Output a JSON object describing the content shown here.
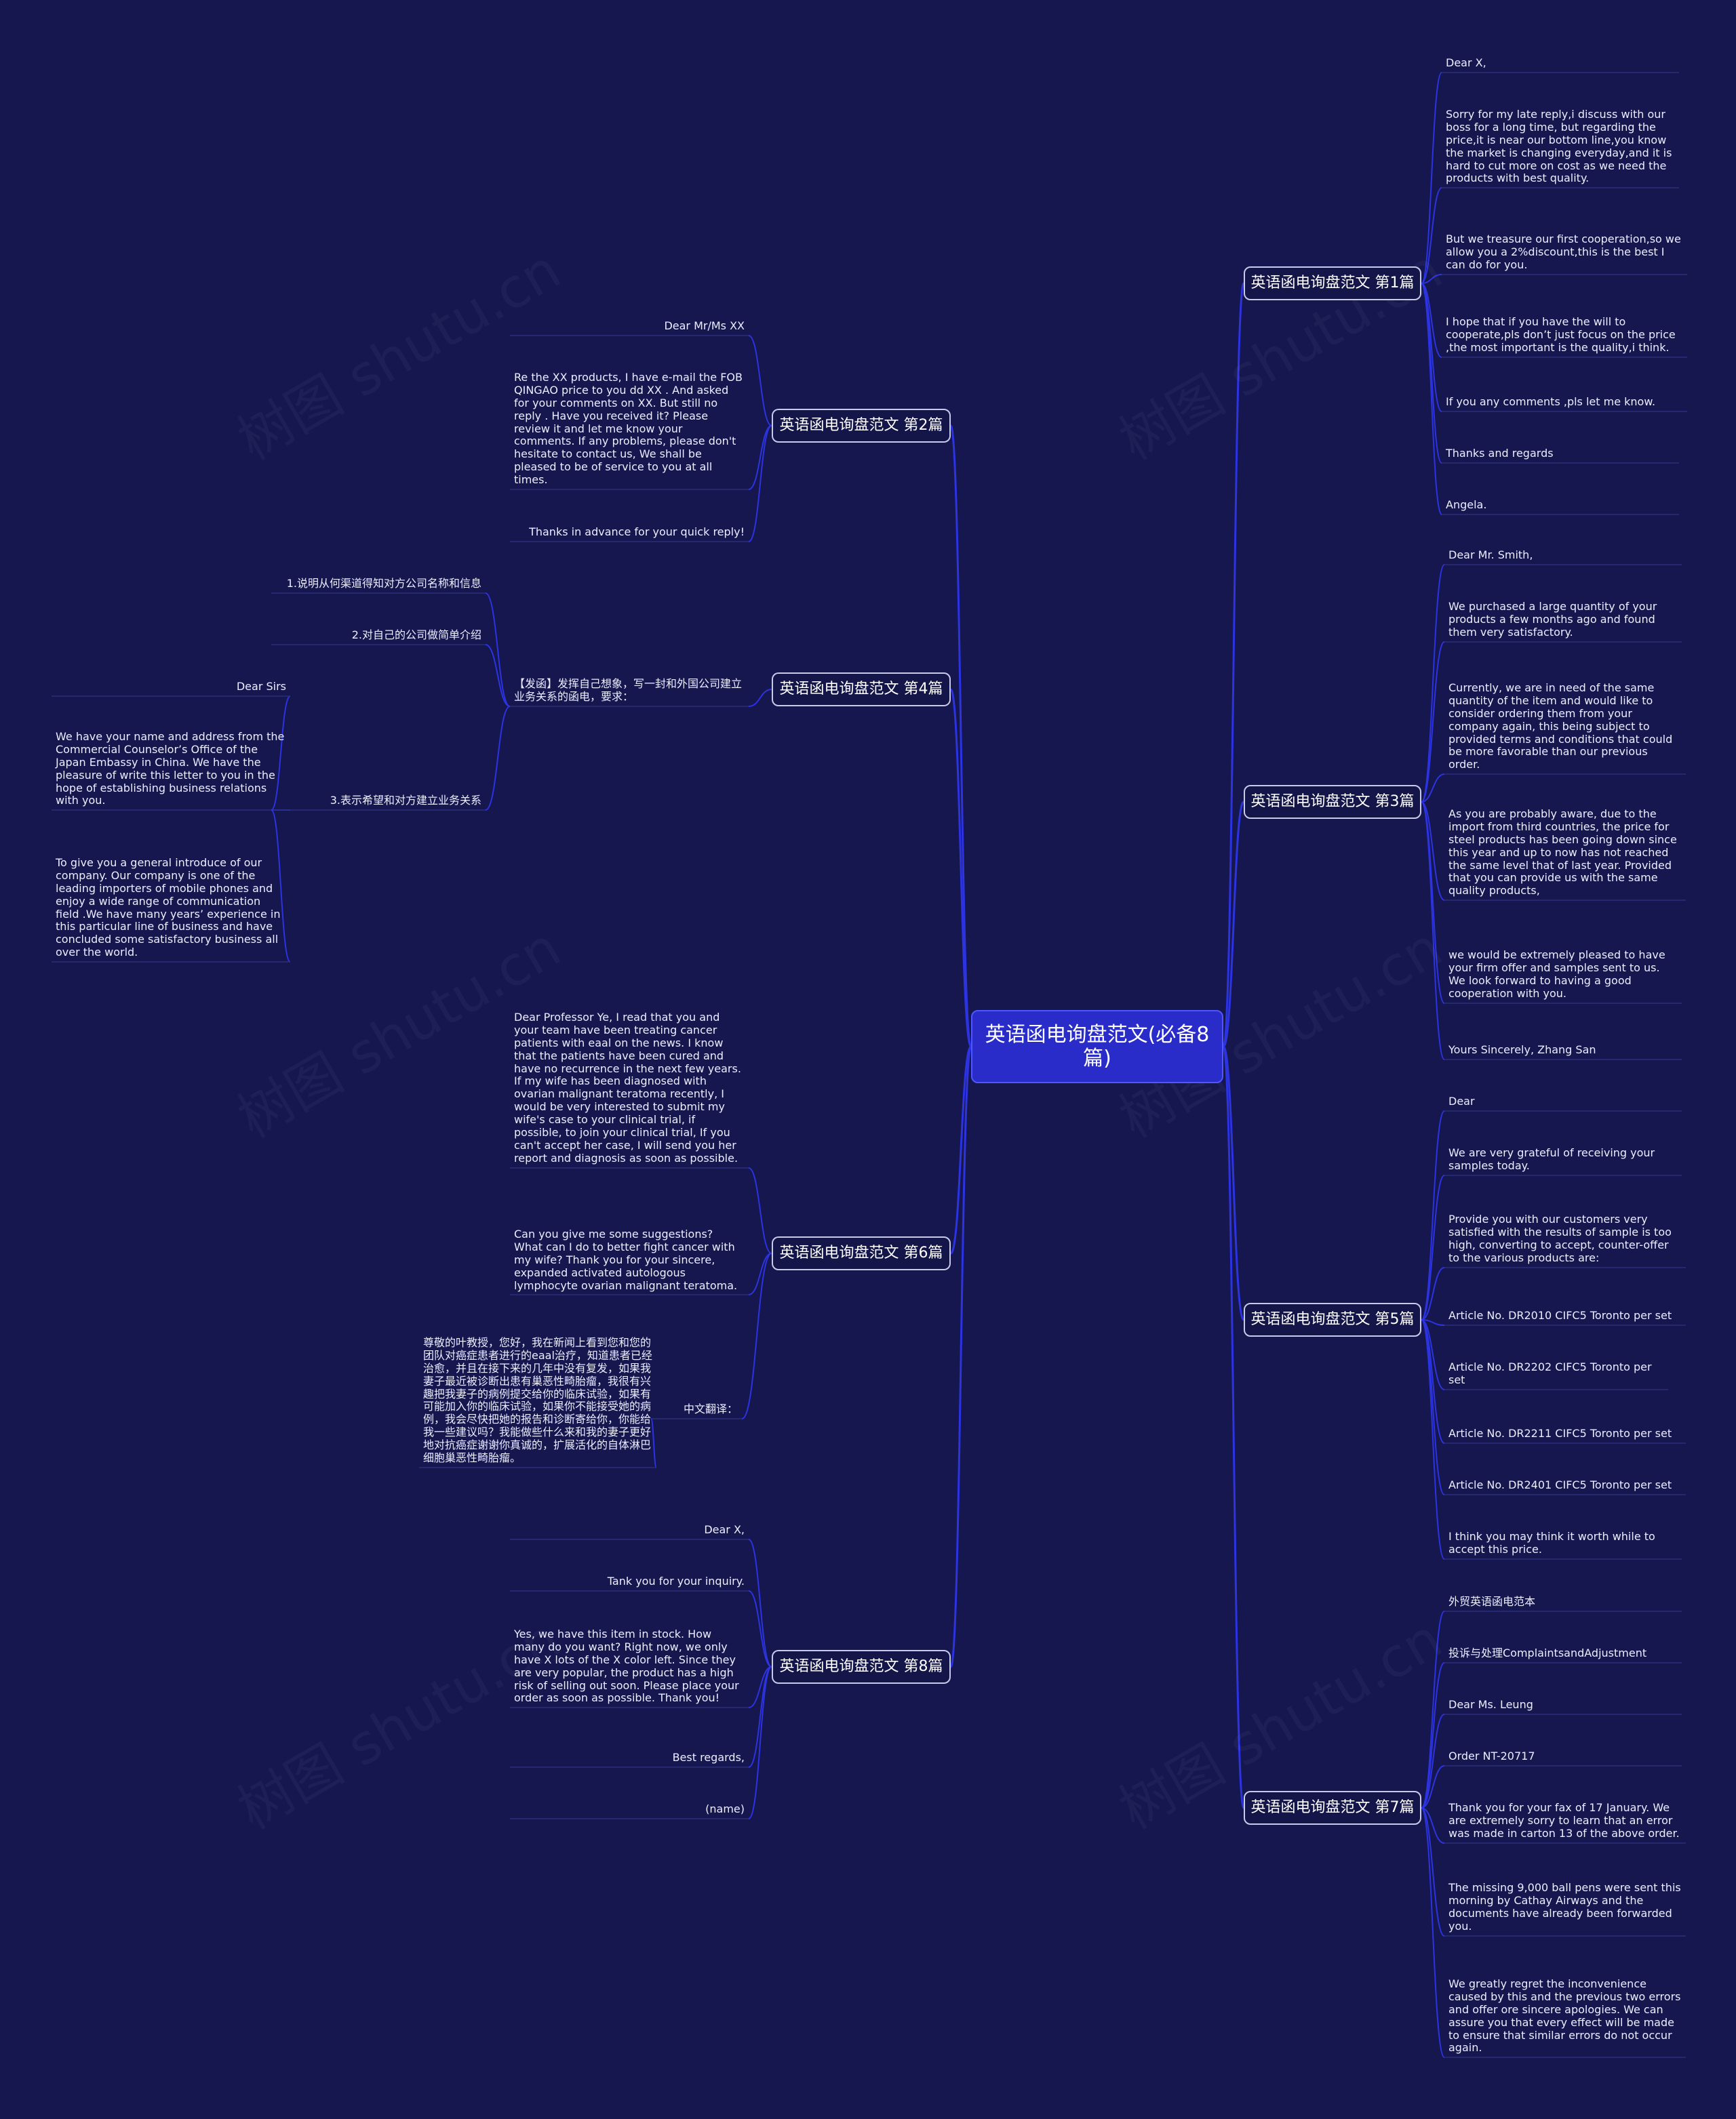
{
  "central": "英语函电询盘范文(必备8篇)",
  "branches": [
    {
      "label": "英语函电询盘范文 第1篇",
      "items": [
        "Dear X,",
        "Sorry for my late reply,i discuss with our boss for a long time, but regarding the price,it is near our bottom line,you know the market is changing everyday,and it is hard to cut more on cost as we need the products with best quality.",
        "But we treasure our first cooperation,so we allow you a 2%discount,this is the best I can do for you.",
        "I hope that if you have the will to cooperate,pls don’t just focus on the price ,the most important is the quality,i think.",
        "If you any comments ,pls let me know.",
        "Thanks and regards",
        "Angela."
      ]
    },
    {
      "label": "英语函电询盘范文 第2篇",
      "items": [
        "Dear Mr/Ms XX",
        "Re the XX products, I have e-mail the FOB QINGAO price to you dd XX . And asked for your comments on XX. But still no reply . Have you received it? Please review it and let me know your comments. If any problems, please don't hesitate to contact us, We shall be pleased to be of service to you at all times.",
        "Thanks in advance for your quick reply!"
      ]
    },
    {
      "label": "英语函电询盘范文 第3篇",
      "items": [
        "Dear Mr. Smith,",
        "We purchased a large quantity of your products a few months ago and found them very satisfactory.",
        "Currently, we are in need of the same quantity of the item and would like to consider ordering them from your company again, this being subject to provided terms and conditions that could be more favorable than our previous order.",
        "As you are probably aware, due to the import from third countries, the price for steel products has been going down since this year and up to now has not reached the same level that of last year. Provided that you can provide us with the same quality products,",
        "we would be extremely pleased to have your firm offer and samples sent to us. We look forward to having a good cooperation with you.",
        "Yours Sincerely, Zhang San"
      ]
    },
    {
      "label": "英语函电询盘范文 第4篇",
      "sub": "【发函】发挥自己想象，写一封和外国公司建立业务关系的函电，要求：",
      "items": [
        "1.说明从何渠道得知对方公司名称和信息",
        "2.对自己的公司做简单介绍",
        "3.表示希望和对方建立业务关系"
      ],
      "sub3": [
        "Dear Sirs",
        "We have your name and address from the Commercial Counselor’s Office of the Japan Embassy in China. We have the pleasure of write this letter to you in the hope of establishing business relations with you.",
        "To give you a general introduce of our company. Our company is one of the leading importers of mobile phones and enjoy a wide range of communication field .We have many years’ experience in this particular line of business and have concluded some satisfactory business all over the world."
      ]
    },
    {
      "label": "英语函电询盘范文 第5篇",
      "items": [
        "Dear",
        "We are very grateful of receiving your samples today.",
        "Provide you with our customers very satisfied with the results of sample is too high, converting to accept, counter-offer to the various products are:",
        "Article No. DR2010 CIFC5 Toronto per set",
        "Article No. DR2202 CIFC5 Toronto per set",
        "Article No. DR2211 CIFC5 Toronto per set",
        "Article No. DR2401 CIFC5 Toronto per set",
        "I think you may think it worth while to accept this price."
      ]
    },
    {
      "label": "英语函电询盘范文 第6篇",
      "items": [
        "Dear Professor Ye, I read that you and your team have been treating cancer patients with eaal on the news. I know that the patients have been cured and have no recurrence in the next few years. If my wife has been diagnosed with ovarian malignant teratoma recently, I would be very interested to submit my wife's case to your clinical trial, if possible, to join your clinical trial, If you can't accept her case, I will send you her report and diagnosis as soon as possible.",
        "Can you give me some suggestions? What can I do to better fight cancer with my wife? Thank you for your sincere, expanded activated autologous lymphocyte ovarian malignant teratoma.",
        "中文翻译："
      ],
      "translation": "尊敬的叶教授，您好，我在新闻上看到您和您的团队对癌症患者进行的eaal治疗，知道患者已经治愈，并且在接下来的几年中没有复发，如果我妻子最近被诊断出患有巢恶性畸胎瘤，我很有兴趣把我妻子的病例提交给你的临床试验，如果有可能加入你的临床试验，如果你不能接受她的病例，我会尽快把她的报告和诊断寄给你，你能给我一些建议吗？我能做些什么来和我的妻子更好地对抗癌症谢谢你真诚的，扩展活化的自体淋巴细胞巢恶性畸胎瘤。"
    },
    {
      "label": "英语函电询盘范文 第7篇",
      "items": [
        "外贸英语函电范本",
        "投诉与处理ComplaintsandAdjustment",
        "Dear Ms. Leung",
        "Order NT-20717",
        "Thank you for your fax of 17 January. We are extremely sorry to learn that an error was made in carton 13 of the above order.",
        "The missing 9,000 ball pens were sent this morning by Cathay Airways and the documents have already been forwarded you.",
        "We greatly regret the inconvenience caused by this and the previous two errors and offer ore sincere apologies. We can assure you that every effect will be made to ensure that similar errors do not occur again."
      ]
    },
    {
      "label": "英语函电询盘范文 第8篇",
      "items": [
        "Dear X,",
        "Tank you for your inquiry.",
        "Yes, we have this item in stock. How many do you want? Right now, we only have X lots of the X color left. Since they are very popular, the product has a high risk of selling out soon. Please place your order as soon as possible. Thank you!",
        "Best regards,",
        "(name)"
      ]
    }
  ],
  "colors": {
    "background": "#16174f",
    "line": "#2c33e0",
    "central": "#2a2cc9",
    "branch_border": "#c7cbe8"
  },
  "watermark": "树图 shutu.cn"
}
